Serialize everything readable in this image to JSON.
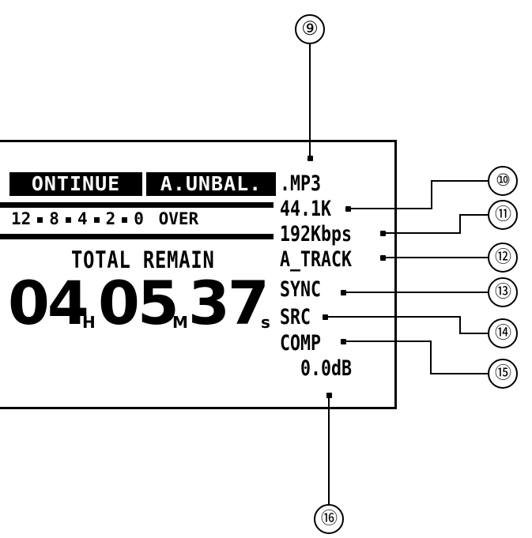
{
  "display": {
    "mode_box": "ONTINUE",
    "input_box": "A.UNBAL.",
    "meter_scale": [
      "12",
      "8",
      "4",
      "2",
      "0"
    ],
    "meter_over": "OVER",
    "total_remain_label": "TOTAL REMAIN",
    "time": {
      "hours": "04",
      "hours_unit": "H",
      "minutes": "05",
      "minutes_unit": "M",
      "seconds": "37",
      "seconds_unit": "s"
    },
    "format": ".MP3",
    "sample_rate": "44.1K",
    "bitrate": "192Kbps",
    "track_mode": "A_TRACK",
    "sync": "SYNC",
    "src": "SRC",
    "comp": "COMP",
    "level": "0.0dB"
  },
  "callouts": [
    "⑨",
    "⑩",
    "⑪",
    "⑫",
    "⑬",
    "⑭",
    "⑮",
    "⑯"
  ]
}
